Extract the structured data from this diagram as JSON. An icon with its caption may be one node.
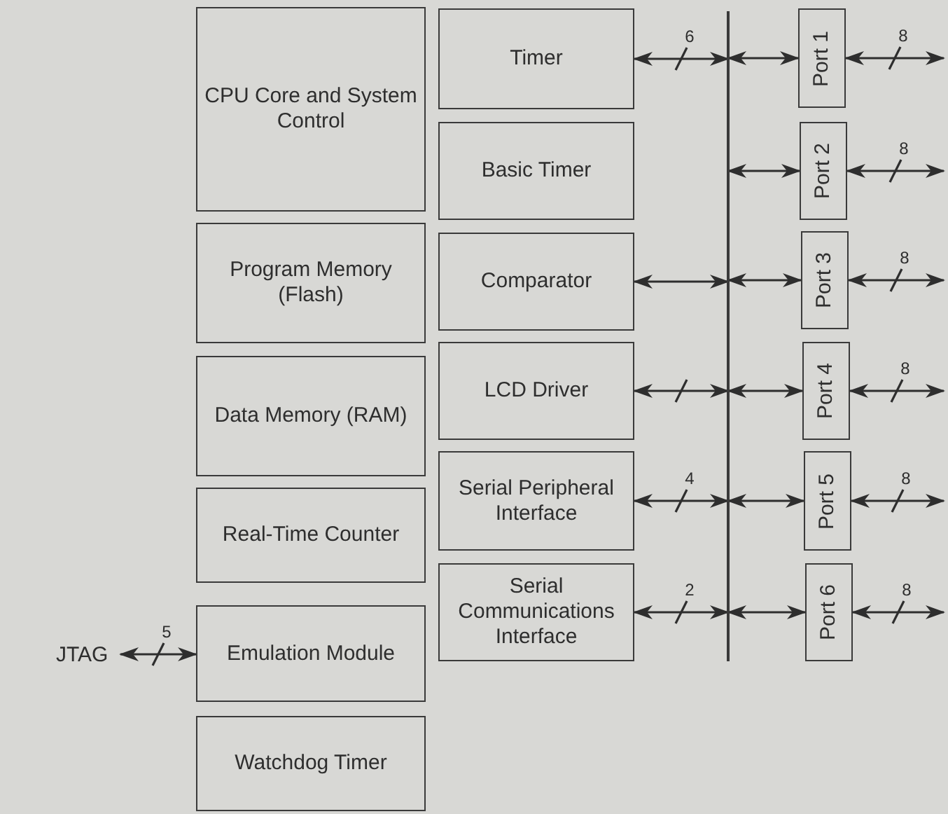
{
  "diagram": {
    "nodes": [
      {
        "text": [
          "CPU Core and System Control"
        ]
      },
      {
        "text": [
          "Program Memory (Flash)"
        ]
      },
      {
        "text": [
          "Data Memory (RAM)"
        ]
      },
      {
        "text": [
          "Real-Time Counter"
        ]
      },
      {
        "text": [
          "Emulation Module"
        ]
      },
      {
        "text": [
          "Watchdog Timer"
        ]
      },
      {
        "text": [
          "Timer"
        ]
      },
      {
        "text": [
          "Basic Timer"
        ]
      },
      {
        "text": [
          "Comparator"
        ]
      },
      {
        "text": [
          "LCD Driver"
        ]
      },
      {
        "text": [
          "Serial Peripheral Interface"
        ]
      },
      {
        "text": [
          "Serial Communications Interface"
        ]
      },
      {
        "text": [],
        "shape": "bar"
      },
      {
        "text": [
          "Port 1"
        ]
      },
      {
        "text": [
          "Port 2"
        ]
      },
      {
        "text": [
          "Port 3"
        ]
      },
      {
        "text": [
          "Port 4"
        ]
      },
      {
        "text": [
          "Port 5"
        ]
      },
      {
        "text": [
          "Port 6"
        ]
      },
      {
        "text": [
          "JTAG"
        ]
      }
    ],
    "edges": [
      {
        "from": 6,
        "to": 12,
        "arrow": "both",
        "label": "6"
      },
      {
        "from": 8,
        "to": 12,
        "arrow": "both"
      },
      {
        "from": 9,
        "to": 12,
        "arrow": "both"
      },
      {
        "from": 10,
        "to": 12,
        "arrow": "both",
        "label": "4"
      },
      {
        "from": 11,
        "to": 12,
        "arrow": "both",
        "label": "2"
      },
      {
        "from": 12,
        "to": 13,
        "arrow": "both"
      },
      {
        "from": 12,
        "to": 14,
        "arrow": "both"
      },
      {
        "from": 12,
        "to": 15,
        "arrow": "both"
      },
      {
        "from": 12,
        "to": 16,
        "arrow": "both"
      },
      {
        "from": 12,
        "to": 17,
        "arrow": "both"
      },
      {
        "from": 12,
        "to": 18,
        "arrow": "both"
      },
      {
        "from": 13,
        "to": null,
        "arrow": "both",
        "label": "8"
      },
      {
        "from": 14,
        "to": null,
        "arrow": "both",
        "label": "8"
      },
      {
        "from": 15,
        "to": null,
        "arrow": "both",
        "label": "8"
      },
      {
        "from": 16,
        "to": null,
        "arrow": "both",
        "label": "8"
      },
      {
        "from": 17,
        "to": null,
        "arrow": "both",
        "label": "8"
      },
      {
        "from": 18,
        "to": null,
        "arrow": "both",
        "label": "8"
      },
      {
        "from": 19,
        "to": 4,
        "arrow": "both",
        "label": "5"
      }
    ]
  }
}
